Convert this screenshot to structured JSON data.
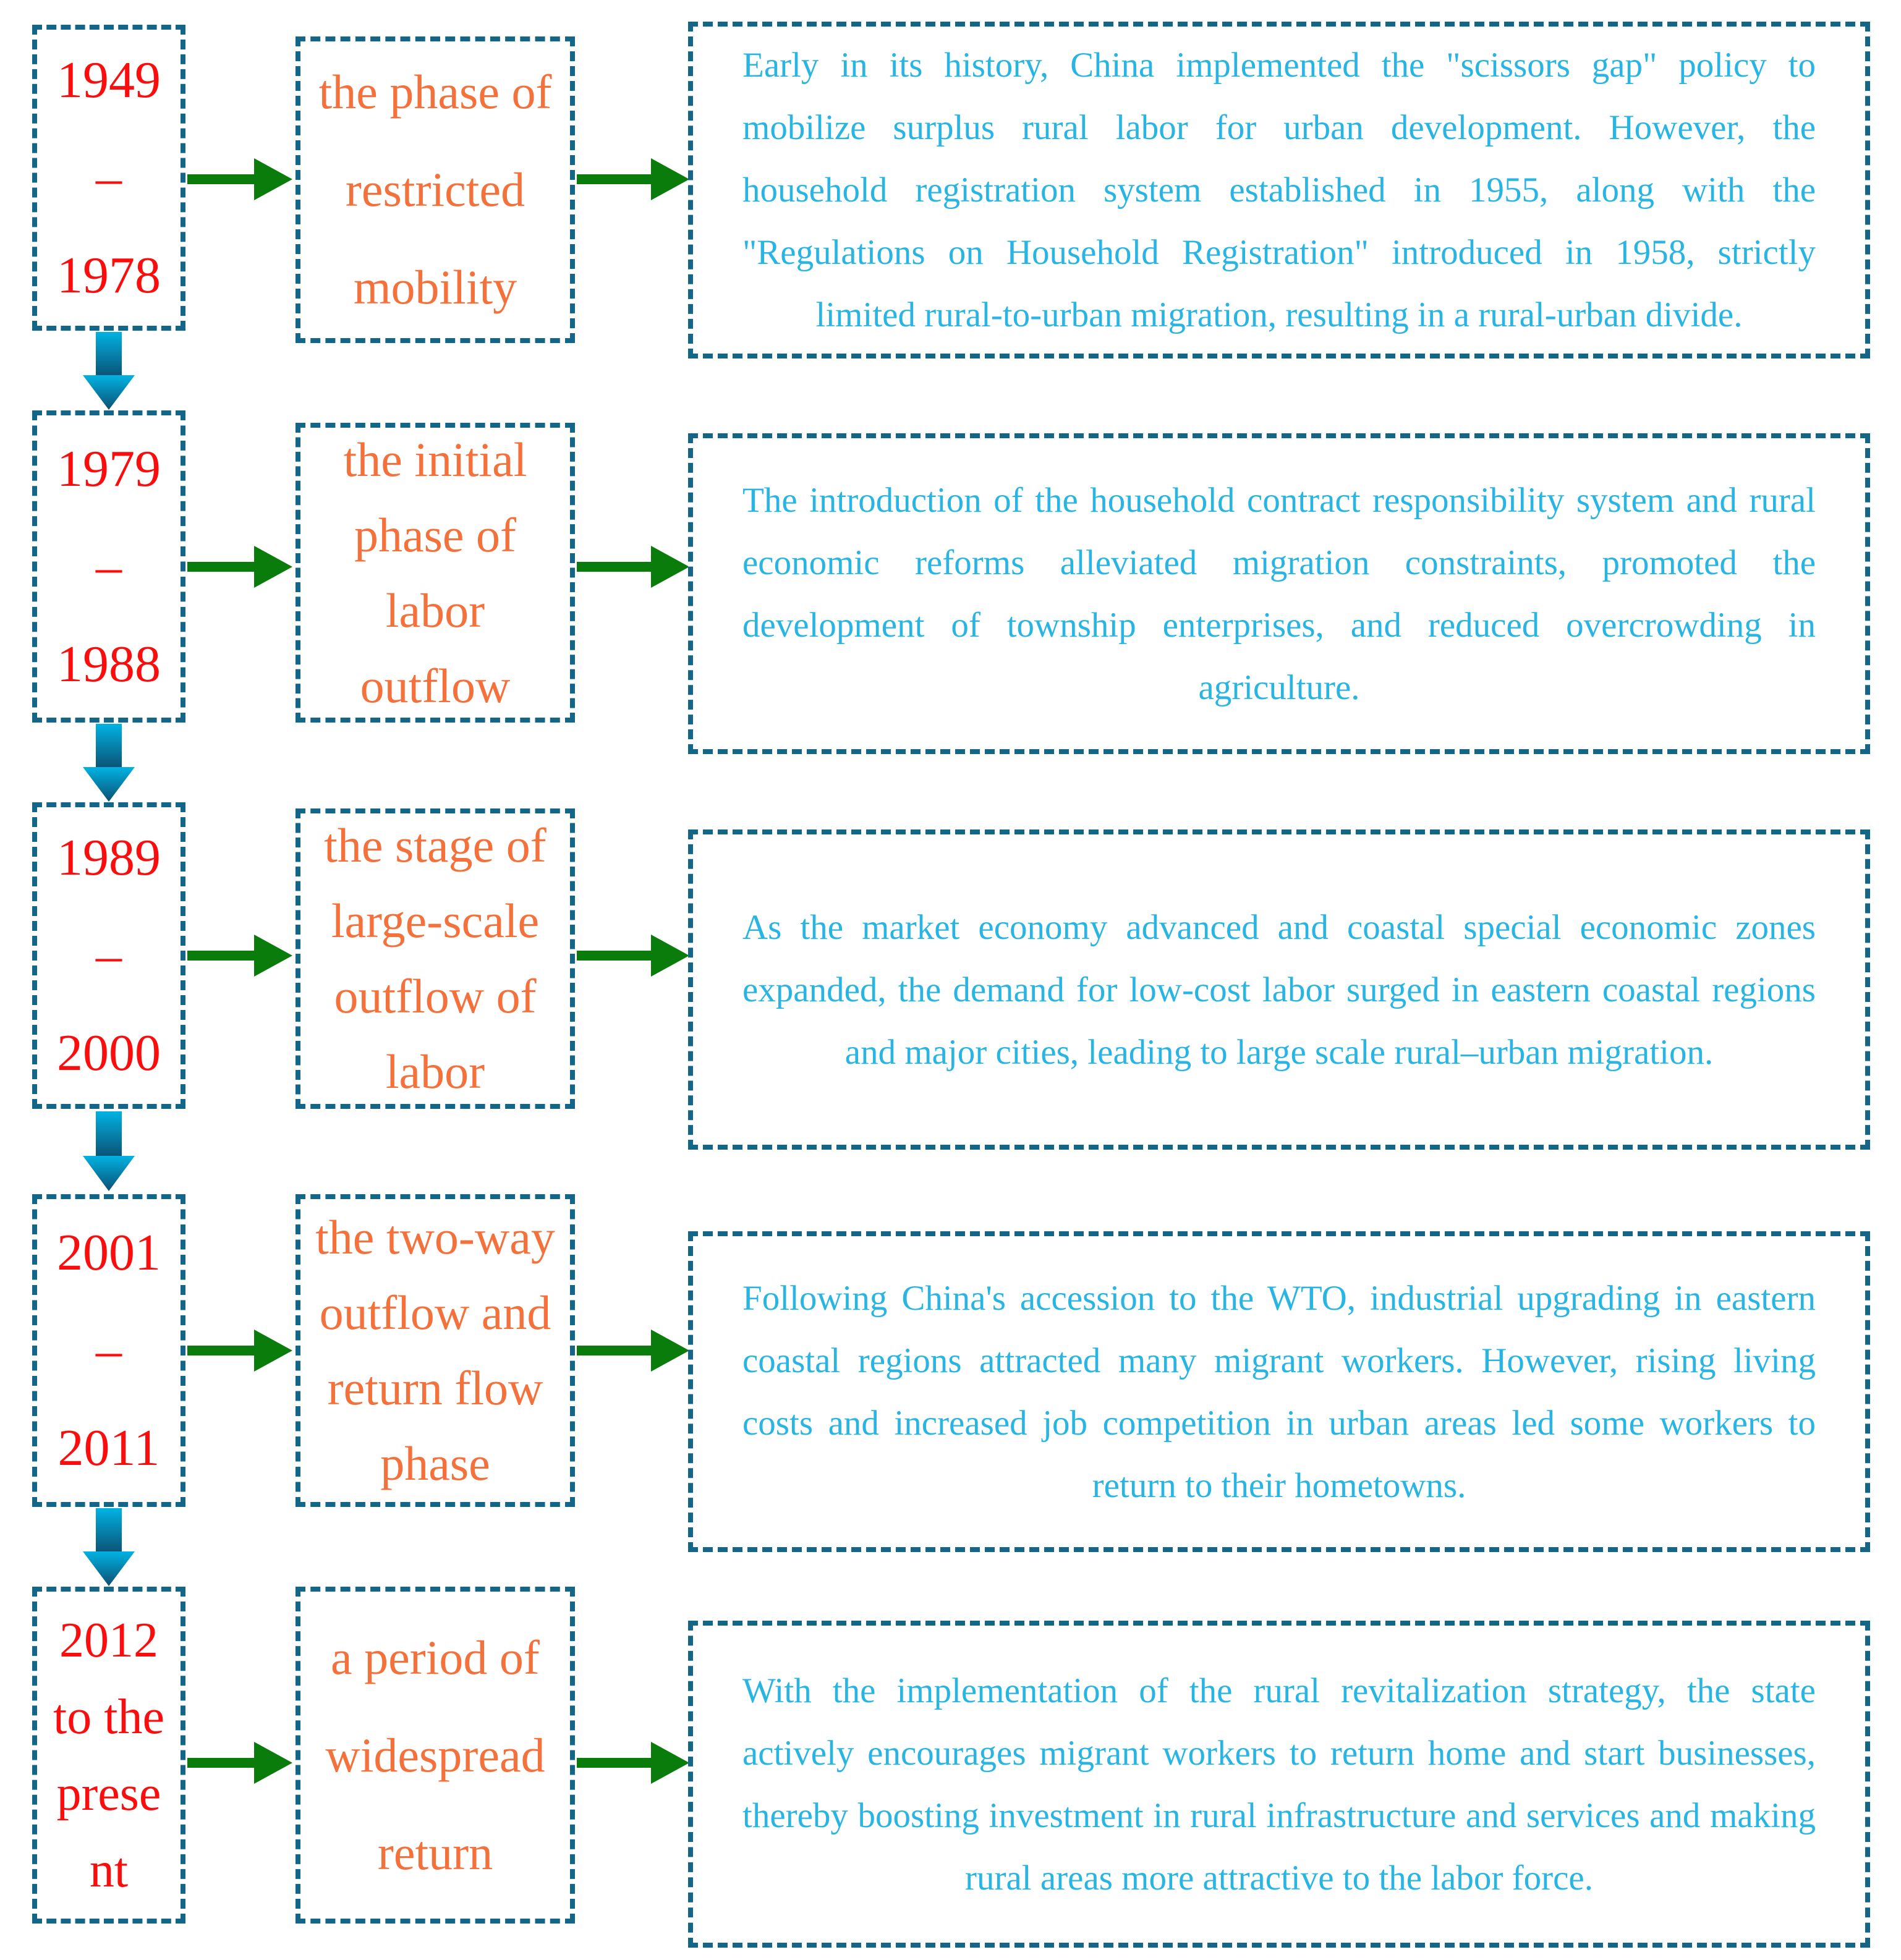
{
  "colors": {
    "border_teal": "#136688",
    "date_red": "#fb0d0d",
    "phase_orange": "#f4713b",
    "desc_cyan": "#29b5e3",
    "arrow_green": "#097c0b",
    "flow_arrow_top": "#00b3e3",
    "flow_arrow_bottom": "#0b4f72"
  },
  "rows": [
    {
      "period": "1949\n–\n1978",
      "phase": "the phase of\nrestricted\nmobility",
      "description": "Early in its history, China implemented the \"scissors gap\" policy to mobilize surplus rural labor for urban development. However, the household registration system established in 1955, along with the \"Regulations on Household Registration\" introduced in 1958, strictly limited rural-to-urban migration, resulting in a rural-urban divide."
    },
    {
      "period": "1979\n–\n1988",
      "phase": "the initial\nphase of\nlabor\noutflow",
      "description": "The introduction of the household contract responsibility system and rural economic reforms alleviated migration constraints, promoted the development of township enterprises, and reduced overcrowding in agriculture."
    },
    {
      "period": "1989\n–\n2000",
      "phase": "the stage of\nlarge-scale\noutflow of\nlabor",
      "description": "As the market economy advanced and coastal special economic zones expanded, the demand for low-cost labor surged in eastern coastal regions and major cities, leading to large scale rural–urban migration."
    },
    {
      "period": "2001\n–\n2011",
      "phase": "the two-way\noutflow and\nreturn flow\nphase",
      "description": "Following China's accession to the WTO, industrial upgrading in eastern coastal regions attracted many migrant workers. However, rising living costs and increased job competition in urban areas led some workers to return to their hometowns."
    },
    {
      "period": "2012\nto the\nprese\nnt",
      "phase": "a period of\nwidespread\nreturn",
      "description": "With the implementation of the rural revitalization strategy, the state actively encourages migrant workers to return home and start businesses, thereby boosting investment in rural infrastructure and services and making rural areas more attractive to the labor force."
    }
  ]
}
